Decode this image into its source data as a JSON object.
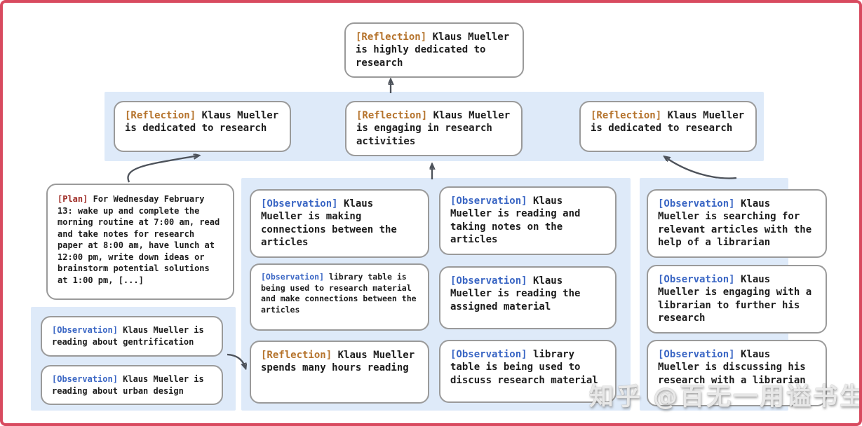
{
  "watermark": {
    "text": "知乎 @百无一用谥书生"
  },
  "colors": {
    "frame_border": "#d84a5f",
    "band_background": "#deeaf9",
    "box_border": "#9a9a9a",
    "reflection_tag": "#b5732c",
    "observation_tag": "#3a66c4",
    "plan_tag": "#9e2b25",
    "arrow": "#4d525a",
    "text": "#1c1c1c"
  },
  "nodes": {
    "root": {
      "tag": "[Reflection]",
      "text": "Klaus Mueller is highly dedicated to research"
    },
    "reflections": [
      {
        "tag": "[Reflection]",
        "text": "Klaus Mueller is dedicated to research"
      },
      {
        "tag": "[Reflection]",
        "text": "Klaus Mueller is engaging in research activities"
      },
      {
        "tag": "[Reflection]",
        "text": "Klaus Mueller is dedicated to research"
      }
    ],
    "plan": {
      "tag": "[Plan]",
      "text": "For Wednesday February 13: wake up and complete the morning routine at 7:00 am, read and take notes for research paper at 8:00 am, have lunch at 12:00 pm, write down ideas or brainstorm potential solutions at 1:00 pm, [...]"
    },
    "left_observations": [
      {
        "tag": "[Observation]",
        "text": "Klaus Mueller is reading about gentrification"
      },
      {
        "tag": "[Observation]",
        "text": "Klaus Mueller is reading about urban design"
      }
    ],
    "mid_col1": [
      {
        "tag": "[Observation]",
        "text": "Klaus Mueller is making connections between the articles"
      },
      {
        "tag": "[Observation]",
        "text": "library table is being used to research material and make connections between the articles"
      },
      {
        "tag": "[Reflection]",
        "text": "Klaus Mueller spends many hours reading"
      }
    ],
    "mid_col2": [
      {
        "tag": "[Observation]",
        "text": "Klaus Mueller is reading and taking notes on the articles"
      },
      {
        "tag": "[Observation]",
        "text": "Klaus Mueller is reading the assigned material"
      },
      {
        "tag": "[Observation]",
        "text": "library table is being used to discuss research material"
      }
    ],
    "right_col": [
      {
        "tag": "[Observation]",
        "text": "Klaus Mueller is searching for relevant articles with the help of a librarian"
      },
      {
        "tag": "[Observation]",
        "text": "Klaus Mueller is engaging with a librarian to further his research"
      },
      {
        "tag": "[Observation]",
        "text": "Klaus Mueller is discussing his research with a librarian"
      }
    ]
  }
}
